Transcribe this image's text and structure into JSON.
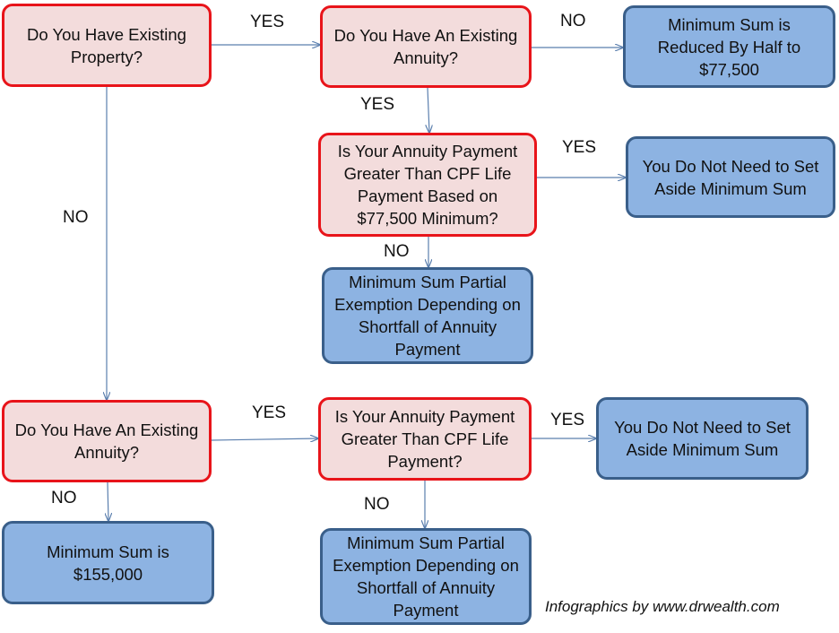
{
  "nodes": {
    "q1": "Do You Have Existing Property?",
    "q2": "Do You Have An Existing Annuity?",
    "r1": "Minimum Sum is Reduced By Half to $77,500",
    "q3": "Is Your Annuity Payment Greater Than CPF Life Payment Based on $77,500 Minimum?",
    "r2": "You Do Not Need to Set Aside Minimum Sum",
    "r3": "Minimum Sum Partial Exemption Depending on Shortfall of Annuity Payment",
    "q4": "Do You Have An Existing Annuity?",
    "q5": "Is Your Annuity Payment Greater Than CPF Life Payment?",
    "r4": "You Do Not Need to Set Aside Minimum Sum",
    "r5": "Minimum Sum is $155,000",
    "r6": "Minimum Sum Partial Exemption Depending on Shortfall of Annuity Payment"
  },
  "edge_labels": {
    "q1_q2": "YES",
    "q2_r1": "NO",
    "q2_q3": "YES",
    "q3_r2": "YES",
    "q3_r3": "NO",
    "q1_q4": "NO",
    "q4_q5": "YES",
    "q5_r4": "YES",
    "q4_r5": "NO",
    "q5_r6": "NO"
  },
  "credit": "Infographics by www.drwealth.com",
  "colors": {
    "question_fill": "#f3dcdc",
    "question_border": "#e8141a",
    "result_fill": "#8db3e2",
    "result_border": "#3a5f8a",
    "connector": "#5b7fae"
  }
}
